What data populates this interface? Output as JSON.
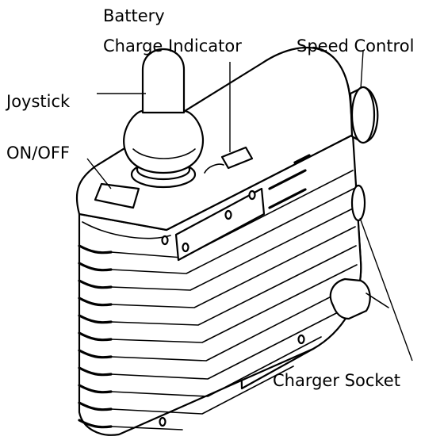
{
  "labels": {
    "battery_line1": "Battery",
    "battery_line2": "Charge Indicator",
    "speed_control": "Speed Control",
    "joystick": "Joystick",
    "on_off": "ON/OFF",
    "charger_socket": "Charger Socket"
  },
  "colors": {
    "line": "#000000",
    "background": "#ffffff"
  }
}
